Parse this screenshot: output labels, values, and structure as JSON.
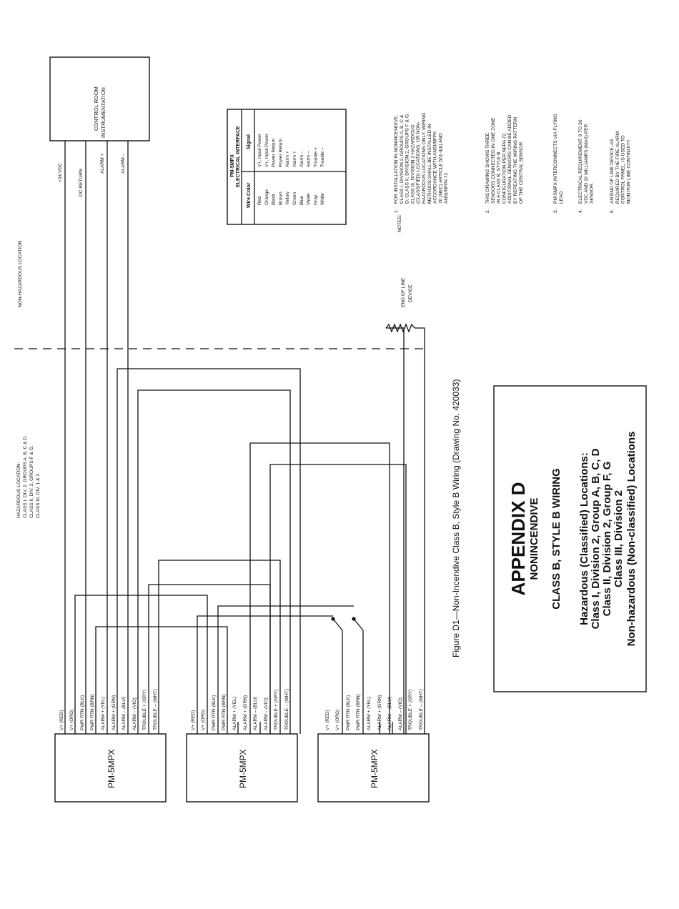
{
  "locations": {
    "non_hazardous": "NON-HAZARDOUS LOCATION",
    "hazardous": [
      "HAZARDOUS LOCATION:",
      "CLASS I, DIV. 2, GROUPS A, B, C & D.",
      "CLASS II, DIV. 2, GROUPS F & G.",
      "CLASS III, DIV. 1 & 2."
    ]
  },
  "control_room": [
    "CONTROL ROOM",
    "INSTRUMENTATION"
  ],
  "supply_lines": [
    "+24 VDC",
    "DC RETURN",
    "ALARM +",
    "ALARM –"
  ],
  "sensor_label": "PM-5MPX",
  "sensor_wires": [
    "V+ (RED)",
    "V+ (ORG)",
    "PWR RTN (BLK)",
    "PWR RTN (BRN)",
    "ALARM + (YEL)",
    "ALARM + (GRN)",
    "ALARM – (BLU)",
    "ALARM – (VIO)",
    "TROUBLE + (GRY)",
    "TROUBLE – (WHT)"
  ],
  "end_of_line": [
    "END OF LINE",
    "DEVICE"
  ],
  "interface_table": {
    "title": [
      "PM-5MPX",
      "ELECTRICAL INTERFACE"
    ],
    "headers": [
      "Wire Color",
      "Signal"
    ],
    "rows": [
      [
        "Red",
        "V+, Input Power"
      ],
      [
        "Orange",
        "V+, Input Power"
      ],
      [
        "Black",
        "Power Return"
      ],
      [
        "Brown",
        "Power Return"
      ],
      [
        "Yellow",
        "Alarm +"
      ],
      [
        "Green",
        "Alarm +"
      ],
      [
        "Blue",
        "Alarm –"
      ],
      [
        "Violet",
        "Alarm –"
      ],
      [
        "Gray",
        "Trouble +"
      ],
      [
        "White",
        "Trouble –"
      ]
    ]
  },
  "notes_label": "NOTES:",
  "notes": [
    {
      "num": "1.",
      "lines": [
        "FOR INSTALLATION IN NONINCENDIVE,",
        "CLASS I, DIVISION 2, GROUPS A, B, C &",
        "D; CLASS II, DIVISION 2, GROUPS F & G;",
        "CLASS III, DIVISION 2 HAZARDOUS",
        "(CLASSIFIED) LOCATIONS, OR NON-",
        "HAZARDOUS LOCATIONS ONLY.  WIRING",
        "METHODS SHALL BE INSTALLED IN",
        "ACCORDANCE WITH ANSI/NFPA",
        "70 (NEC) ARTICLE 501-4(b) AND",
        "ANSI/NFPA 72."
      ]
    },
    {
      "num": "2.",
      "lines": [
        "THIS DRAWING SHOWS THREE",
        "SENSORS CONNECTED IN ONE ZONE",
        "IN A CLASS B, STYLE B",
        "CONFIGURATION PER NFPA 72.",
        "ADDITIONAL SENSORS CAN BE ADDED",
        "BY REPEATING THE WIRING PATTERN",
        "OF THE CENTRAL SENSOR."
      ]
    },
    {
      "num": "3.",
      "lines": [
        "PM-5MPX INTERCONNECTS VIA FLYING",
        "LEAD."
      ]
    },
    {
      "num": "4.",
      "lines": [
        "ELECTRICAL REQUIREMENT:  9 TO 30",
        "VDC AND 10 MILLIAMPS (MAX) PER",
        "SENSOR."
      ]
    },
    {
      "num": "5.",
      "lines": [
        "AN END OF LINE DEVICE, AS",
        "REQUIRED BY THE FIRE ALARM",
        "CONTROL PANEL, IS USED TO",
        "MONITOR LINE CONTINUITY."
      ]
    }
  ],
  "figure_caption": "Figure D1—Non-Incendive Class B, Style B Wiring (Drawing No. 420033)",
  "title_block": {
    "appendix": "APPENDIX D",
    "subtitle": "NONINCENDIVE",
    "wiring": "CLASS B, STYLE B WIRING",
    "locations": [
      "Hazardous (Classified) Locations:",
      "Class I, Division 2, Group A, B, C, D",
      "Class II, Division 2, Group F, G",
      "Class III, Division 2",
      "Non-hazardous (Non-classified) Locations"
    ]
  }
}
